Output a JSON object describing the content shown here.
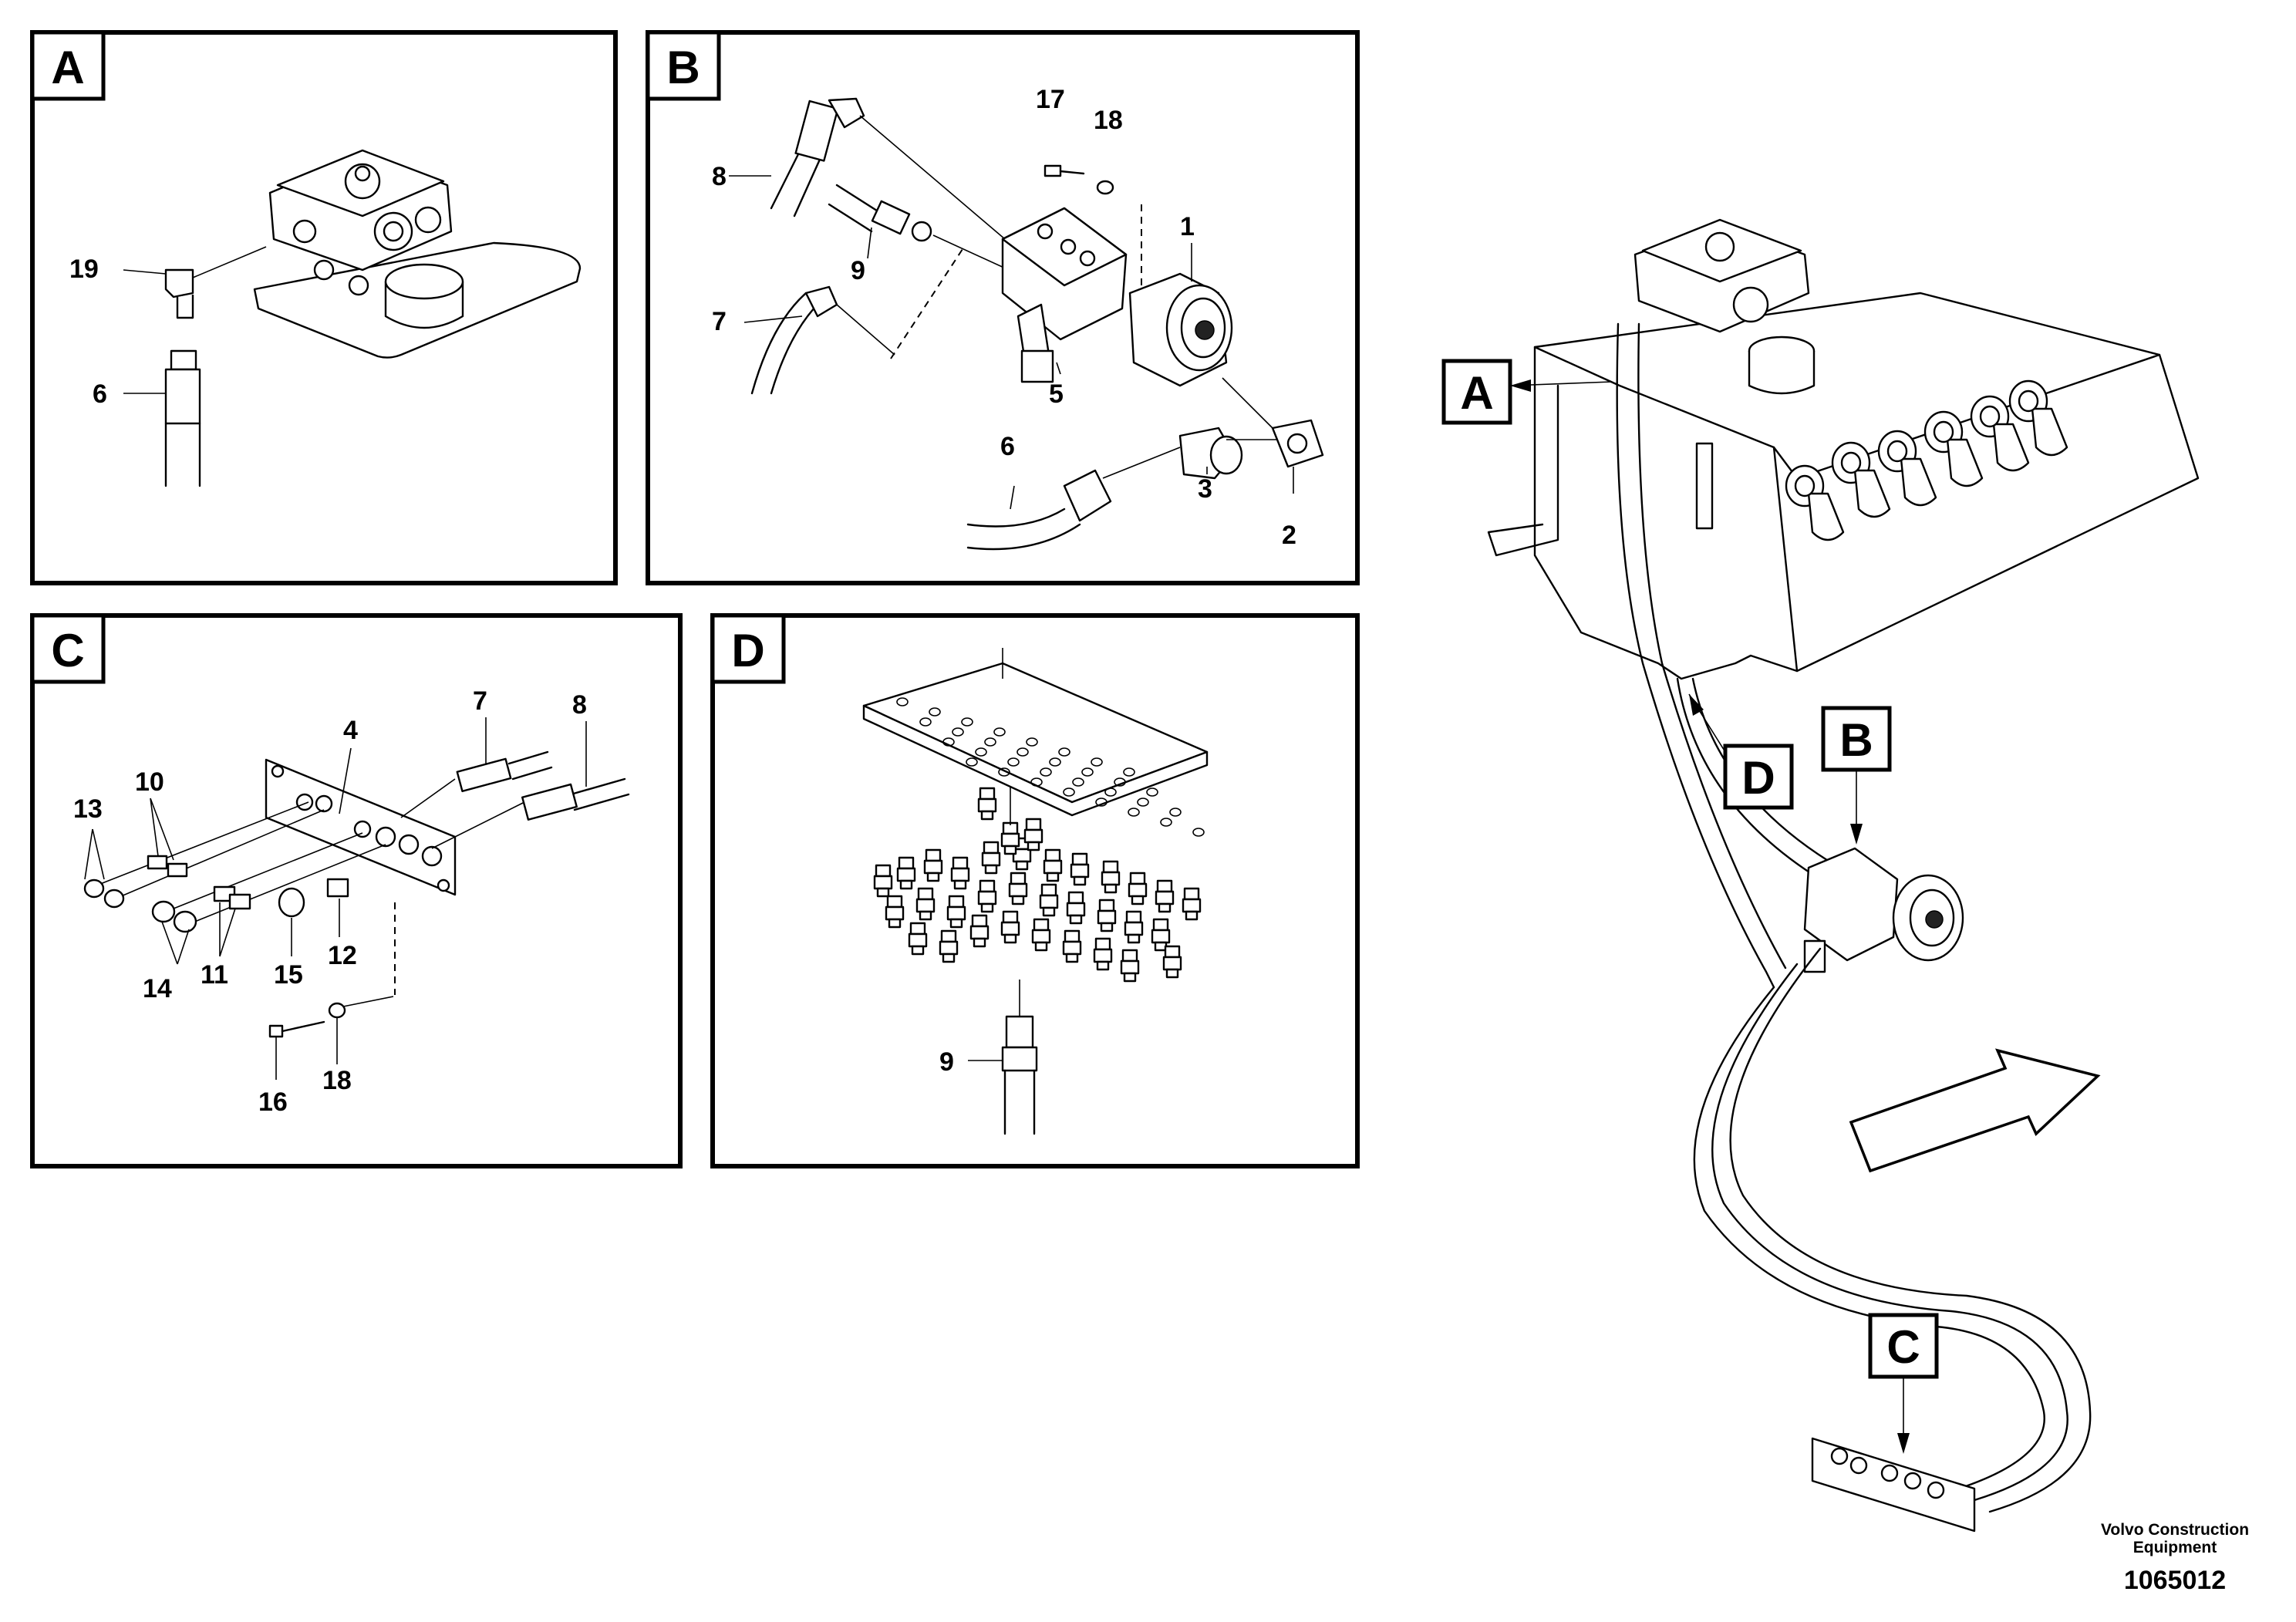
{
  "panels": {
    "a": {
      "label": "A",
      "parts": [
        "19",
        "6"
      ]
    },
    "b": {
      "label": "B",
      "parts": [
        "17",
        "18",
        "1",
        "8",
        "9",
        "7",
        "5",
        "6",
        "3",
        "2"
      ]
    },
    "c": {
      "label": "C",
      "parts": [
        "7",
        "8",
        "4",
        "13",
        "10",
        "14",
        "11",
        "15",
        "12",
        "16",
        "18"
      ]
    },
    "d": {
      "label": "D",
      "parts": [
        "9"
      ]
    }
  },
  "overview": {
    "callouts": [
      "A",
      "D",
      "B",
      "C"
    ]
  },
  "footer": {
    "company_line1": "Volvo Construction",
    "company_line2": "Equipment",
    "document_number": "1065012"
  }
}
